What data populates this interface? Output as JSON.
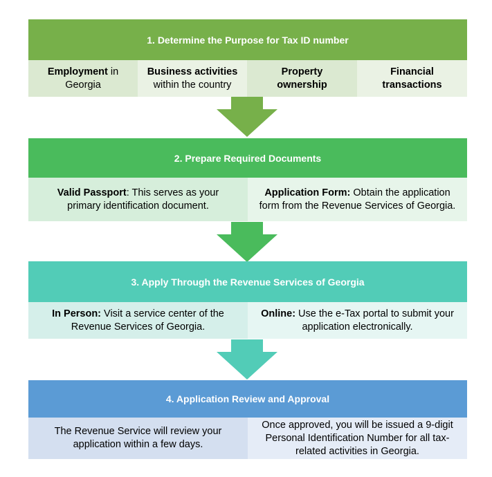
{
  "colors": {
    "step1_header": "#77b04a",
    "step1_cell_a": "#dbe9d1",
    "step1_cell_b": "#eaf2e4",
    "step2_header": "#4abb5c",
    "step2_cell_a": "#d6eedb",
    "step2_cell_b": "#e7f5ea",
    "step3_header": "#52ccb7",
    "step3_cell_a": "#d5efea",
    "step3_cell_b": "#e6f6f3",
    "step4_header": "#5b9bd5",
    "step4_cell_a": "#d4dff0",
    "step4_cell_b": "#e5ecf7"
  },
  "steps": [
    {
      "title": "1. Determine the Purpose for Tax ID number",
      "items": [
        {
          "bold": "Employment",
          "text": " in Georgia"
        },
        {
          "bold": "Business activities",
          "text": " within the country"
        },
        {
          "bold": "Property ownership",
          "text": ""
        },
        {
          "bold": "Financial transactions",
          "text": ""
        }
      ]
    },
    {
      "title": "2. Prepare Required Documents",
      "items": [
        {
          "bold": "Valid Passport",
          "text": ": This serves as your primary identification document."
        },
        {
          "bold": "Application Form:",
          "text": " Obtain the application form from the Revenue Services of Georgia."
        }
      ]
    },
    {
      "title": "3. Apply Through the Revenue Services of Georgia",
      "items": [
        {
          "bold": "In Person:",
          "text": " Visit a service center of the Revenue Services of Georgia."
        },
        {
          "bold": "Online:",
          "text": " Use the e-Tax portal to submit your application electronically."
        }
      ]
    },
    {
      "title": "4. Application Review and Approval",
      "items": [
        {
          "bold": "",
          "text": "The Revenue Service will review your application within a few days."
        },
        {
          "bold": "",
          "text": "Once approved, you will be issued a 9-digit Personal Identification Number for all tax-related activities in Georgia."
        }
      ]
    }
  ]
}
